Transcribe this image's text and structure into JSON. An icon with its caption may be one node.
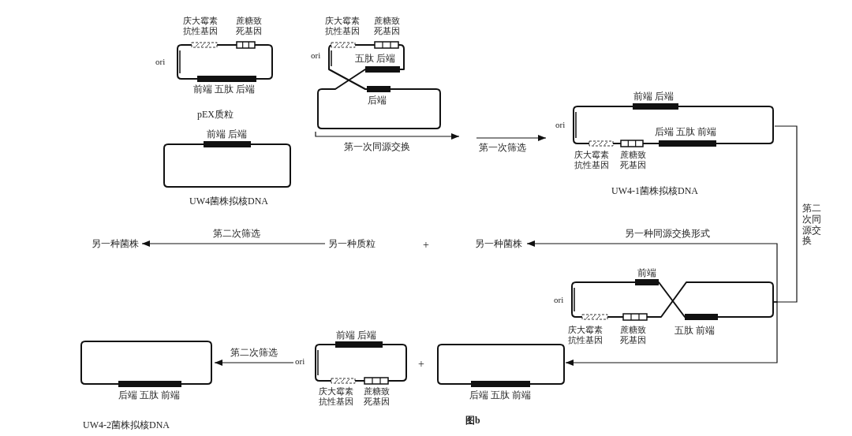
{
  "diagram": {
    "caption": "图b",
    "nodes": [
      {
        "text": [
          "庆大霉素抗性基因",
          "蔗糖致死基因",
          "ori",
          "前端 五肽 后端"
        ],
        "beside": [
          "pEX质粒"
        ]
      },
      {
        "text": [
          "庆大霉素抗性基因",
          "蔗糖致死基因",
          "ori",
          "五肽 后端",
          "后端"
        ]
      },
      {
        "text": [
          "前端 后端"
        ],
        "beside": [
          "UW4菌株拟核DNA"
        ]
      },
      {
        "text": [
          "前端 后端",
          "ori",
          "后端 五肽 前端",
          "庆大霉素抗性基因",
          "蔗糖致死基因"
        ],
        "beside": [
          "UW4-1菌株拟核DNA"
        ]
      },
      {
        "text": [
          "另一种菌株"
        ]
      },
      {
        "text": [
          "另一种质粒"
        ]
      },
      {
        "text": [
          "另一种菌株"
        ]
      },
      {
        "text": [
          "前端",
          "ori",
          "庆大霉素抗性基因",
          "蔗糖致死基因",
          "五肽 前端"
        ]
      },
      {
        "text": [
          "后端 五肽 前端"
        ],
        "beside": [
          "UW4-2菌株拟核DNA"
        ]
      },
      {
        "text": [
          "前端 后端",
          "ori",
          "庆大霉素抗性基因",
          "蔗糖致死基因"
        ]
      },
      {
        "text": [
          "后端 五肽 前端"
        ]
      }
    ],
    "edges": [
      {
        "from": 1,
        "to": null,
        "arrow": "to",
        "label": "第一次同源交换"
      },
      {
        "from": null,
        "to": 3,
        "arrow": "to",
        "label": "第一次筛选"
      },
      {
        "from": 3,
        "to": 7,
        "arrow": "none",
        "label": "第二次同源交换"
      },
      {
        "from": 7,
        "to": 6,
        "arrow": "to",
        "label": "另一种同源交换形式"
      },
      {
        "from": 5,
        "to": 4,
        "arrow": "to",
        "label": "第二次筛选"
      },
      {
        "from": 7,
        "to": 10,
        "arrow": "to"
      },
      {
        "from": 9,
        "to": 8,
        "arrow": "to",
        "label": "第二次筛选"
      }
    ],
    "labels": [
      "+",
      "+"
    ]
  }
}
